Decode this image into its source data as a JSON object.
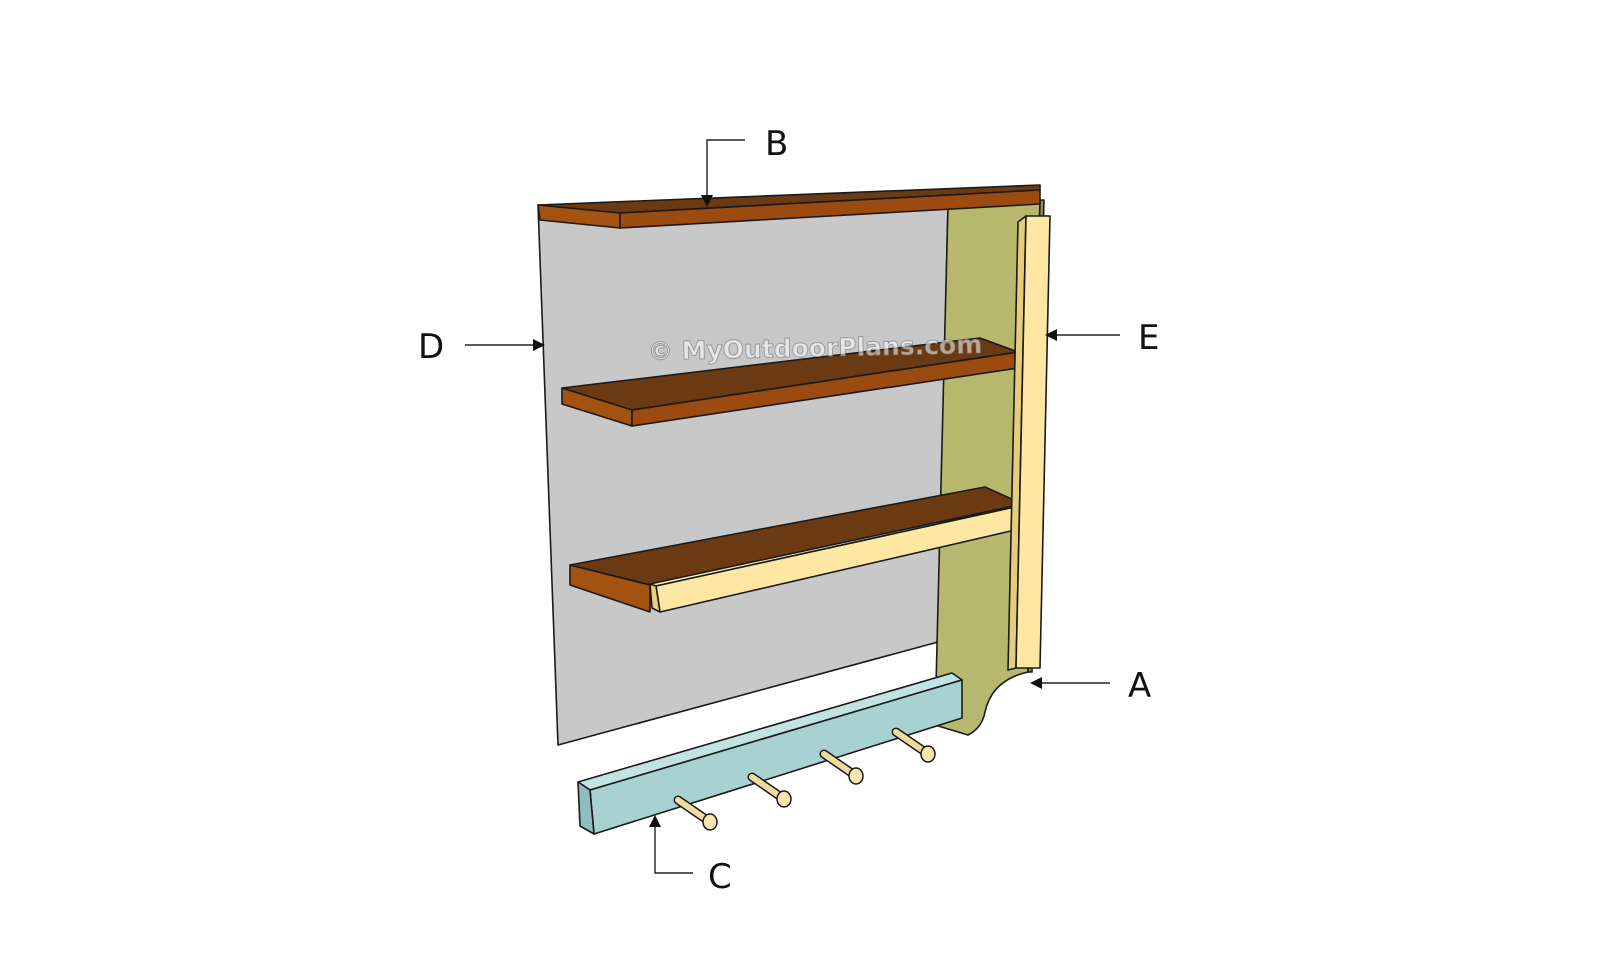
{
  "diagram": {
    "watermark": "© MyOutdoorPlans.com",
    "callouts": [
      {
        "id": "A",
        "label": "A",
        "part": "side-support"
      },
      {
        "id": "B",
        "label": "B",
        "part": "top-shelf"
      },
      {
        "id": "C",
        "label": "C",
        "part": "peg-rail"
      },
      {
        "id": "D",
        "label": "D",
        "part": "back-panel"
      },
      {
        "id": "E",
        "label": "E",
        "part": "face-trim"
      }
    ],
    "colors": {
      "back_panel": "#c8c8c8",
      "shelf_top": "#6b3a12",
      "shelf_edge": "#9b4a10",
      "side_support": "#b7b86e",
      "trim": "#fde7a3",
      "peg_rail": "#a8d1d1",
      "pegs": "#f0dca0"
    },
    "peg_count": 4
  }
}
